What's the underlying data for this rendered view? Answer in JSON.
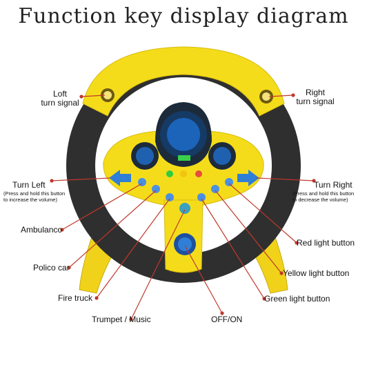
{
  "title": "Function key display diagram",
  "labels": {
    "left_turn_signal": [
      "Loft",
      "turn signal"
    ],
    "right_turn_signal": [
      "Right",
      "turn signal"
    ],
    "turn_left": "Turn Left",
    "turn_left_note": [
      "(Press and hold this button",
      "to increase the volume)"
    ],
    "turn_right": "Turn Right",
    "turn_right_note": [
      "(Press and hold this button",
      "to decrease the volume)"
    ],
    "ambulance": "Ambulanco",
    "police_car": "Polico car",
    "fire_truck": "Fire truck",
    "trumpet_music": "Trumpet / Music",
    "on_off": "OFF/ON",
    "red_light": "Red light button",
    "yellow_light": "Yellow light button",
    "green_light": "Green light button"
  },
  "colors": {
    "wheel_yellow": "#f5dc1a",
    "grip_dark": "#2f2f2f",
    "leader_red": "#c0392b",
    "button_blue": "#2f7fd6",
    "dash_dark": "#1c2a3a"
  }
}
